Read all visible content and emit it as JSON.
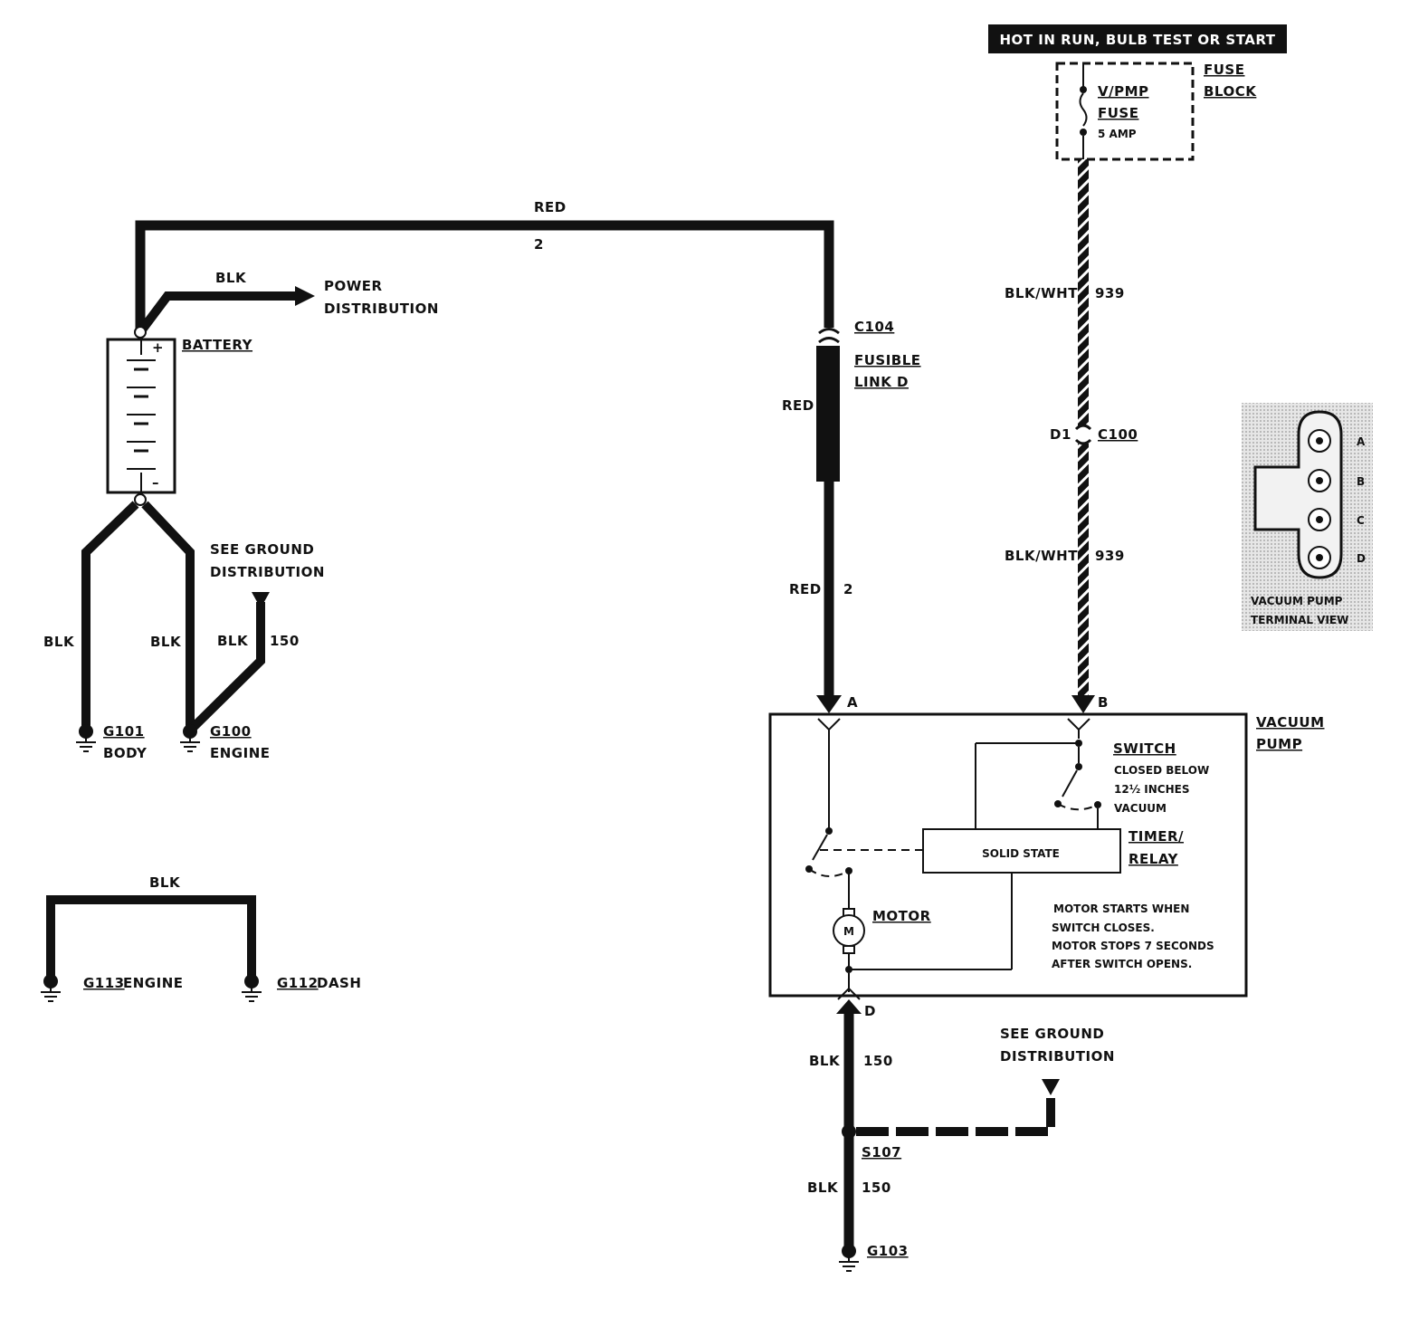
{
  "header": {
    "hot_label": "HOT IN RUN,   BULB TEST OR START"
  },
  "fuse_block": {
    "label_line1": "FUSE",
    "label_line2": "BLOCK",
    "fuse_name_line1": "V/PMP",
    "fuse_name_line2": "FUSE",
    "fuse_rating": "5 AMP"
  },
  "battery": {
    "label": "BATTERY",
    "plus": "+",
    "minus": "–",
    "out_wire_color": "BLK",
    "out_dest_line1": "POWER",
    "out_dest_line2": "DISTRIBUTION"
  },
  "red_wire": {
    "color_top": "RED",
    "circuit_top": "2",
    "connector": "C104",
    "fusible_line1": "FUSIBLE",
    "fusible_line2": "LINK D",
    "color_mid": "RED",
    "color_low": "RED",
    "circuit_low": "2",
    "pin": "A"
  },
  "grounds_left": {
    "wire1_color": "BLK",
    "wire2_color": "BLK",
    "wire3_color": "BLK",
    "wire3_circuit": "150",
    "see_ground_line1": "SEE GROUND",
    "see_ground_line2": "DISTRIBUTION",
    "g101": "G101",
    "g101_loc": "BODY",
    "g100": "G100",
    "g100_loc": "ENGINE"
  },
  "ground_strap": {
    "color": "BLK",
    "g113": "G113",
    "g113_loc": "ENGINE",
    "g112": "G112",
    "g112_loc": "DASH"
  },
  "feed_wire": {
    "color_upper": "BLK/WHT",
    "circuit_upper": "939",
    "pin_d1": "D1",
    "connector": "C100",
    "color_lower": "BLK/WHT",
    "circuit_lower": "939",
    "pin": "B"
  },
  "vacuum_pump": {
    "label_line1": "VACUUM",
    "label_line2": "PUMP",
    "switch_label": "SWITCH",
    "switch_desc1": "CLOSED BELOW",
    "switch_desc2": "12½ INCHES",
    "switch_desc3": "VACUUM",
    "timer_line1": "TIMER/",
    "timer_line2": "RELAY",
    "solid_state": "SOLID STATE",
    "motor_label": "MOTOR",
    "motor_symbol": "M",
    "note1": "MOTOR STARTS WHEN",
    "note2": "SWITCH CLOSES.",
    "note3": "MOTOR STOPS 7 SECONDS",
    "note4": "AFTER SWITCH OPENS.",
    "pin_d": "D"
  },
  "ground_circuit": {
    "color_upper": "BLK",
    "circuit_upper": "150",
    "see_ground_line1": "SEE GROUND",
    "see_ground_line2": "DISTRIBUTION",
    "splice": "S107",
    "color_lower": "BLK",
    "circuit_lower": "150",
    "g103": "G103"
  },
  "terminal_view": {
    "pin_a": "A",
    "pin_b": "B",
    "pin_c": "C",
    "pin_d": "D",
    "caption_line1": "VACUUM PUMP",
    "caption_line2": "TERMINAL VIEW"
  }
}
